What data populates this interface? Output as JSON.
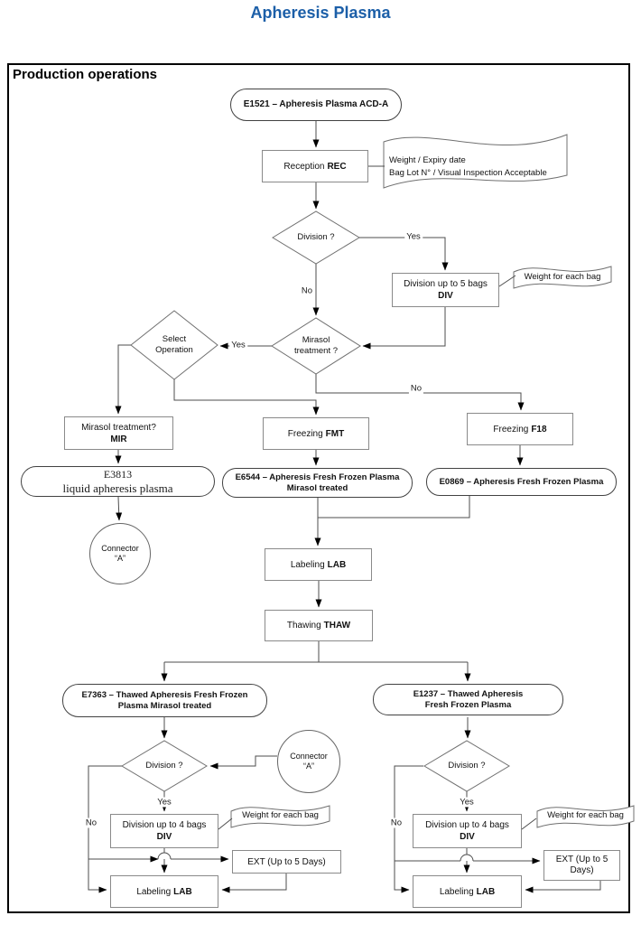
{
  "title": "Apheresis Plasma",
  "frame_heading": "Production operations",
  "colors": {
    "title_blue": "#1C5FA8",
    "line": "#4d4d4d"
  },
  "nodes": {
    "e1521": {
      "label": "E1521 – Apheresis Plasma ACD-A"
    },
    "reception": {
      "text": "Reception",
      "code": "REC"
    },
    "note_reception": {
      "line1": "Weight / Expiry date",
      "line2": "Bag Lot N° / Visual Inspection Acceptable"
    },
    "division_top": {
      "label": "Division ?"
    },
    "div5": {
      "text": "Division up to 5 bags",
      "code": "DIV"
    },
    "note_div5": {
      "label": "Weight for each bag"
    },
    "select_operation": {
      "line1": "Select",
      "line2": "Operation"
    },
    "mirasol_decision": {
      "line1": "Mirasol",
      "line2": "treatment ?"
    },
    "mir": {
      "text": "Mirasol treatment?",
      "code": "MIR"
    },
    "freezing_fmt": {
      "text": "Freezing",
      "code": "FMT"
    },
    "freezing_f18": {
      "text": "Freezing",
      "code": "F18"
    },
    "e3813": {
      "line1": "E3813",
      "line2": "liquid apheresis plasma"
    },
    "e6544": {
      "line1": "E6544 – Apheresis Fresh Frozen Plasma",
      "line2": "Mirasol treated"
    },
    "e0869": {
      "label": "E0869 – Apheresis Fresh Frozen Plasma"
    },
    "connector_a_left": {
      "line1": "Connector",
      "line2": "“A”"
    },
    "labeling_mid": {
      "text": "Labeling",
      "code": "LAB"
    },
    "thawing": {
      "text": "Thawing",
      "code": "THAW"
    },
    "e7363": {
      "line1": "E7363 – Thawed Apheresis Fresh Frozen",
      "line2": "Plasma Mirasol treated"
    },
    "e1237": {
      "line1": "E1237 – Thawed Apheresis",
      "line2": "Fresh Frozen Plasma"
    },
    "division_left": {
      "label": "Division ?"
    },
    "connector_a_right": {
      "line1": "Connector",
      "line2": "“A”"
    },
    "div4_left": {
      "text": "Division up to 4 bags",
      "code": "DIV"
    },
    "note_div4_left": {
      "label": "Weight for each bag"
    },
    "ext_left": {
      "label": "EXT (Up to 5 Days)"
    },
    "labeling_left": {
      "text": "Labeling",
      "code": "LAB"
    },
    "division_right": {
      "label": "Division ?"
    },
    "div4_right": {
      "text": "Division up to 4 bags",
      "code": "DIV"
    },
    "note_div4_right": {
      "label": "Weight for each bag"
    },
    "ext_right": {
      "line1": "EXT (Up to 5",
      "line2": "Days)"
    },
    "labeling_right": {
      "text": "Labeling",
      "code": "LAB"
    }
  },
  "edge_labels": {
    "yes_top": "Yes",
    "no_top": "No",
    "yes_mirasol": "Yes",
    "no_mirasol": "No",
    "yes_left": "Yes",
    "no_left": "No",
    "yes_right": "Yes",
    "no_right": "No"
  }
}
